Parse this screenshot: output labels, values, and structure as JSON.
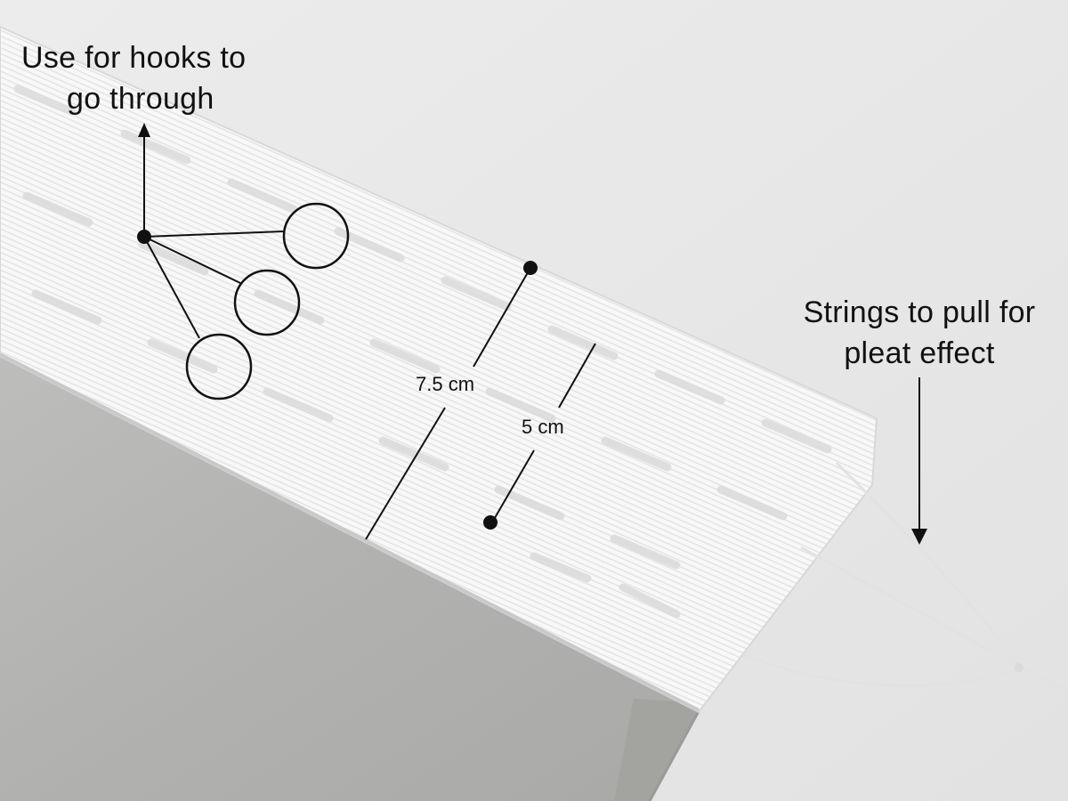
{
  "annotations": {
    "hooks": {
      "line1": "Use for hooks to",
      "line2": "go through"
    },
    "strings": {
      "line1": "Strings to pull for",
      "line2": "pleat effect"
    },
    "measure_outer": "7.5 cm",
    "measure_inner": "5 cm"
  },
  "colors": {
    "background": "#e9e9e9",
    "curtain_fabric": "#b3b3b1",
    "tape": "#f7f7f7",
    "annotation": "#111111"
  }
}
